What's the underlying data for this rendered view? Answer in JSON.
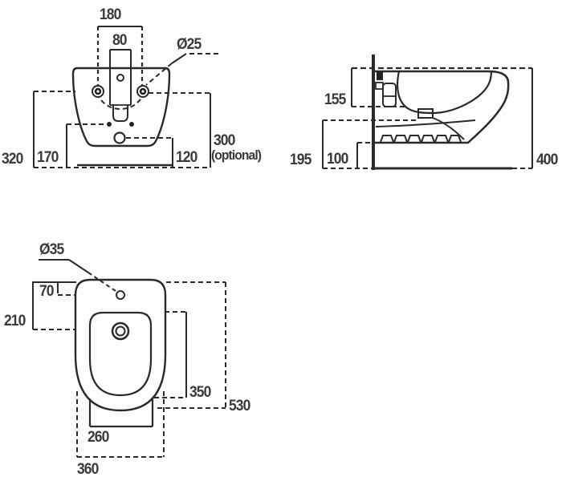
{
  "rear_view": {
    "fixing_centres_width": "180",
    "channel_width": "80",
    "fixing_hole_dia": "Ø25",
    "height_fixing_holes": "320",
    "height_inlets": "170",
    "height_outlet": "120",
    "height_optional": "300",
    "optional_note": "(optional)"
  },
  "side_view": {
    "rim_zone_height": "155",
    "lower_zone_height": "195",
    "clearance_height": "100",
    "overall_height": "400"
  },
  "plan_view": {
    "tap_hole_dia": "Ø35",
    "tap_hole_offset": "70",
    "drain_offset": "210",
    "bowl_length": "350",
    "overall_depth": "530",
    "bowl_width": "260",
    "overall_width": "360"
  }
}
